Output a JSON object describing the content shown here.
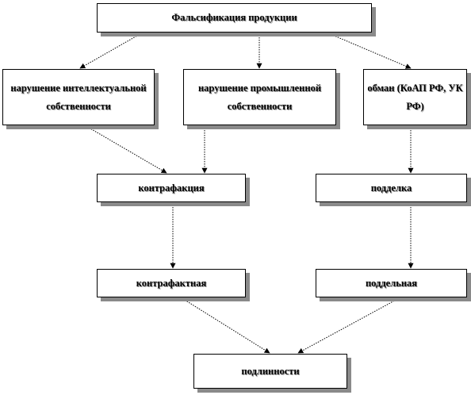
{
  "boxes": {
    "top": "Фальсификация продукции",
    "ip": "нарушение интеллектуальной собственности",
    "ind": "нарушение промышленной собственности",
    "obm": "обман (КоАП РФ, УК РФ)",
    "kf": "контрафакция",
    "pd": "подделка",
    "kfn": "контрафактная",
    "pdn": "поддельная",
    "bot": "подлинности"
  },
  "colors": {
    "line": "#000000",
    "shadow": "#8a8a8a",
    "box_fill": "#ffffff"
  }
}
